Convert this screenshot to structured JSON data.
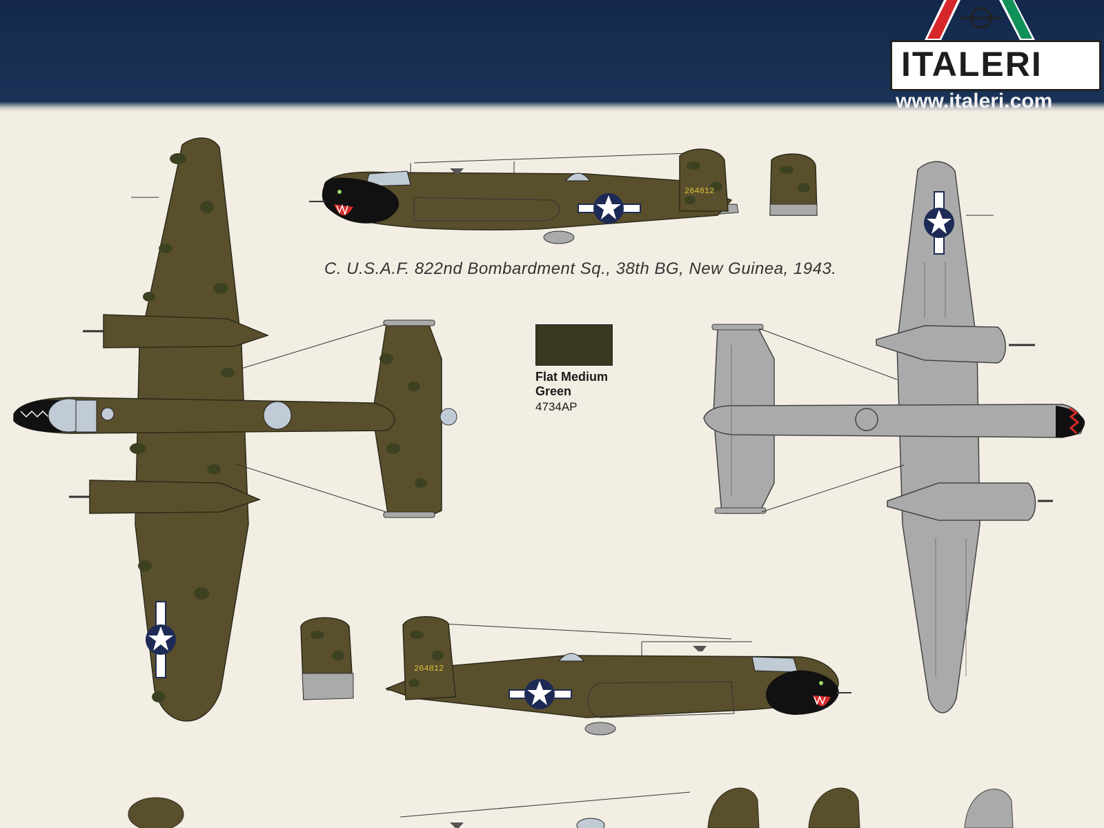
{
  "brand": {
    "name": "ITALERI",
    "url": "www.italeri.com",
    "colors": {
      "red": "#d6272b",
      "green": "#12905a",
      "navy": "#152b4f"
    }
  },
  "caption": "C. U.S.A.F. 822nd Bombardment Sq., 38th BG, New Guinea, 1943.",
  "paint": {
    "name": "Flat Medium Green",
    "code": "4734AP",
    "color": "#38391f"
  },
  "serials": {
    "top_profile": "264812",
    "bottom_profile": "264812"
  },
  "scheme": {
    "upper_color": "#5a4f2c",
    "lower_color": "#a9aaa9",
    "blotch_color": "#3c4121",
    "insignia": "star-and-bar"
  }
}
